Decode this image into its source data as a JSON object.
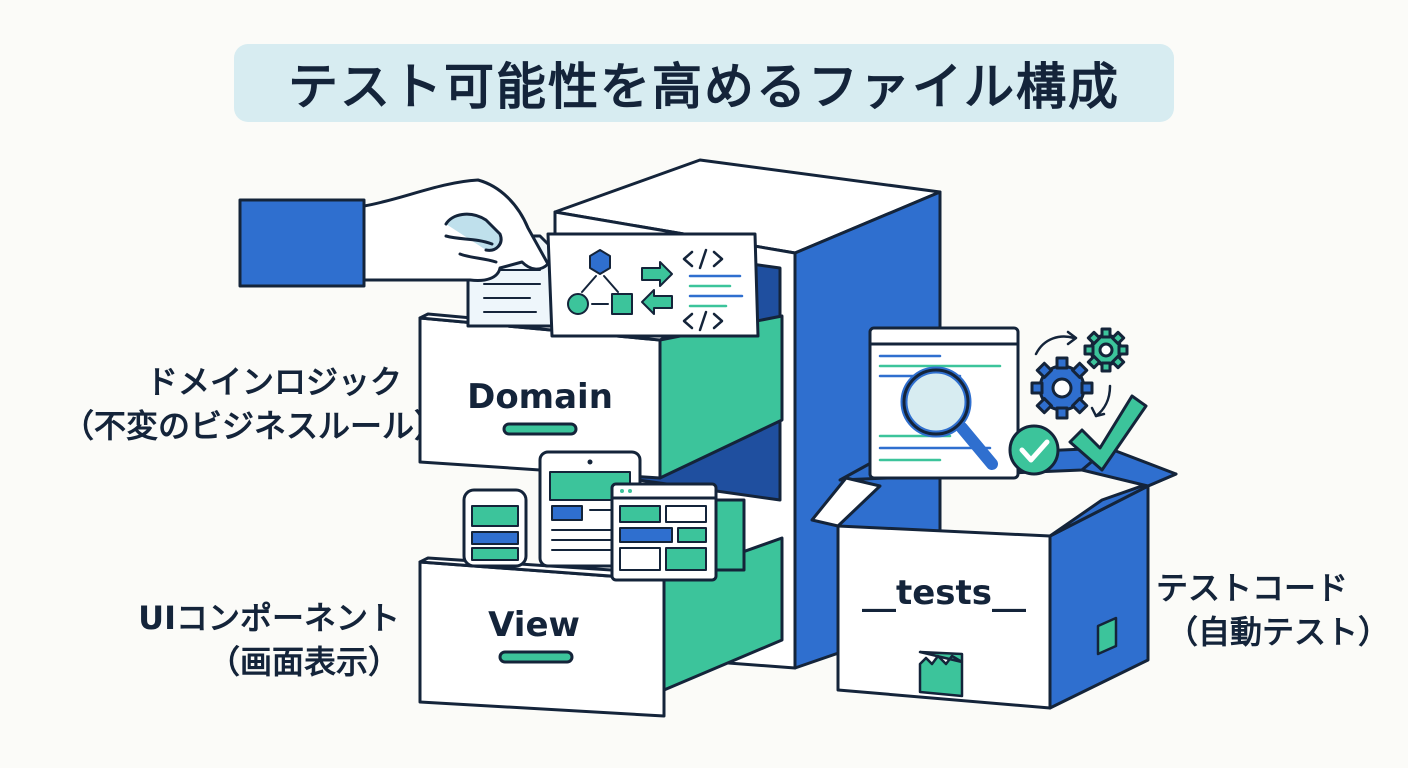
{
  "title": "テスト可能性を高めるファイル構成",
  "domain_label": {
    "line1": "ドメインロジック",
    "line2": "（不変のビジネスルール）"
  },
  "view_label": {
    "line1": "UIコンポーネント",
    "line2": "（画面表示）"
  },
  "tests_label": {
    "line1": "テストコード",
    "line2": "（自動テスト）"
  },
  "drawers": {
    "domain": "Domain",
    "view": "View"
  },
  "box_label": "__tests__",
  "icons": [
    "hand-icon",
    "document-icon",
    "diagram-card-icon",
    "code-icon",
    "phone-icon",
    "tablet-icon",
    "browser-window-icon",
    "magnifier-icon",
    "gear-icon",
    "check-circle-icon",
    "checkmark-icon"
  ],
  "colors": {
    "blue": "#2f6fcf",
    "green": "#3cc49b",
    "navy": "#14243a",
    "pill": "#d7ecf1"
  }
}
